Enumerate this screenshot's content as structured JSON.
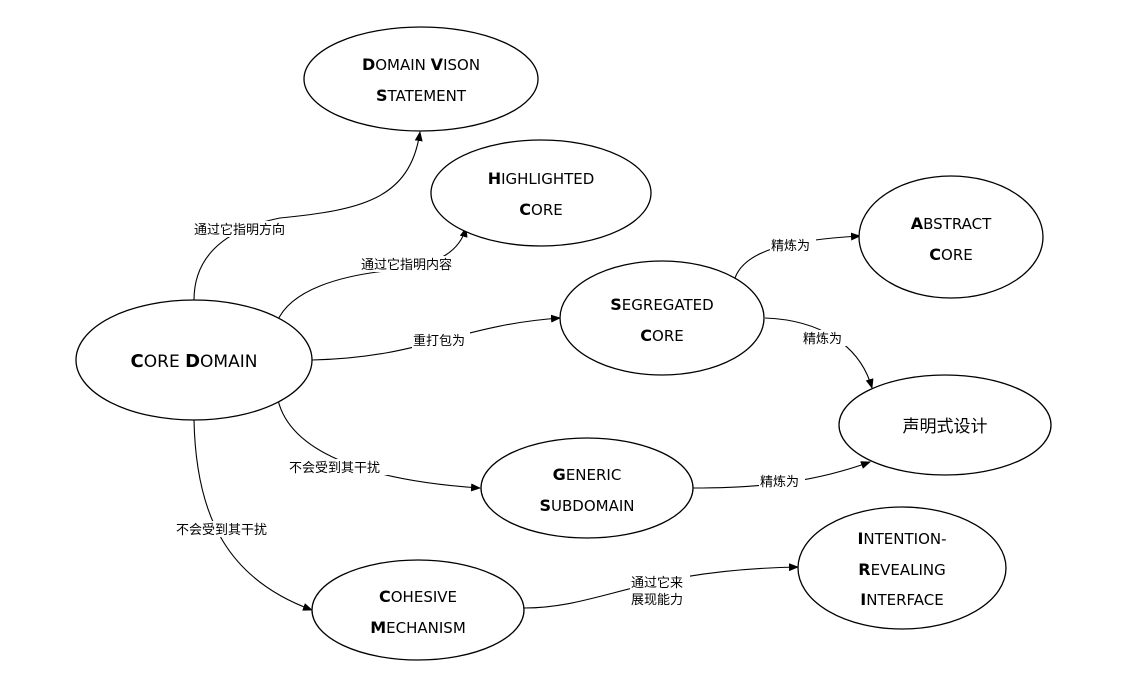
{
  "nodes": {
    "domain_vision": {
      "lines": [
        [
          {
            "cap": "D",
            "rest": "OMAIN "
          },
          {
            "cap": "V",
            "rest": "ISON"
          }
        ],
        [
          {
            "cap": "S",
            "rest": "TATEMENT"
          }
        ]
      ]
    },
    "highlighted_core": {
      "lines": [
        [
          {
            "cap": "H",
            "rest": "IGHLIGHTED"
          }
        ],
        [
          {
            "cap": "C",
            "rest": "ORE"
          }
        ]
      ]
    },
    "abstract_core": {
      "lines": [
        [
          {
            "cap": "A",
            "rest": "BSTRACT"
          }
        ],
        [
          {
            "cap": "C",
            "rest": "ORE"
          }
        ]
      ]
    },
    "segregated_core": {
      "lines": [
        [
          {
            "cap": "S",
            "rest": "EGREGATED"
          }
        ],
        [
          {
            "cap": "C",
            "rest": "ORE"
          }
        ]
      ]
    },
    "core_domain": {
      "lines": [
        [
          {
            "cap": "C",
            "rest": "ORE "
          },
          {
            "cap": "D",
            "rest": "OMAIN"
          }
        ]
      ]
    },
    "declarative_design": {
      "text": "声明式设计"
    },
    "generic_subdomain": {
      "lines": [
        [
          {
            "cap": "G",
            "rest": "ENERIC"
          }
        ],
        [
          {
            "cap": "S",
            "rest": "UBDOMAIN"
          }
        ]
      ]
    },
    "cohesive_mechanism": {
      "lines": [
        [
          {
            "cap": "C",
            "rest": "OHESIVE"
          }
        ],
        [
          {
            "cap": "M",
            "rest": "ECHANISM"
          }
        ]
      ]
    },
    "intention_revealing": {
      "lines": [
        [
          {
            "cap": "I",
            "rest": "NTENTION-"
          }
        ],
        [
          {
            "cap": "R",
            "rest": "EVEALING"
          }
        ],
        [
          {
            "cap": "I",
            "rest": "NTERFACE"
          }
        ]
      ]
    }
  },
  "edges": {
    "to_vision": "通过它指明方向",
    "to_highlighted": "通过它指明内容",
    "to_segregated": "重打包为",
    "to_generic": "不会受到其干扰",
    "to_cohesive": "不会受到其干扰",
    "seg_to_abstract": "精炼为",
    "seg_to_declarative": "精炼为",
    "generic_to_declarative": "精炼为",
    "cohesive_to_intention_line1": "通过它来",
    "cohesive_to_intention_line2": "展现能力"
  }
}
